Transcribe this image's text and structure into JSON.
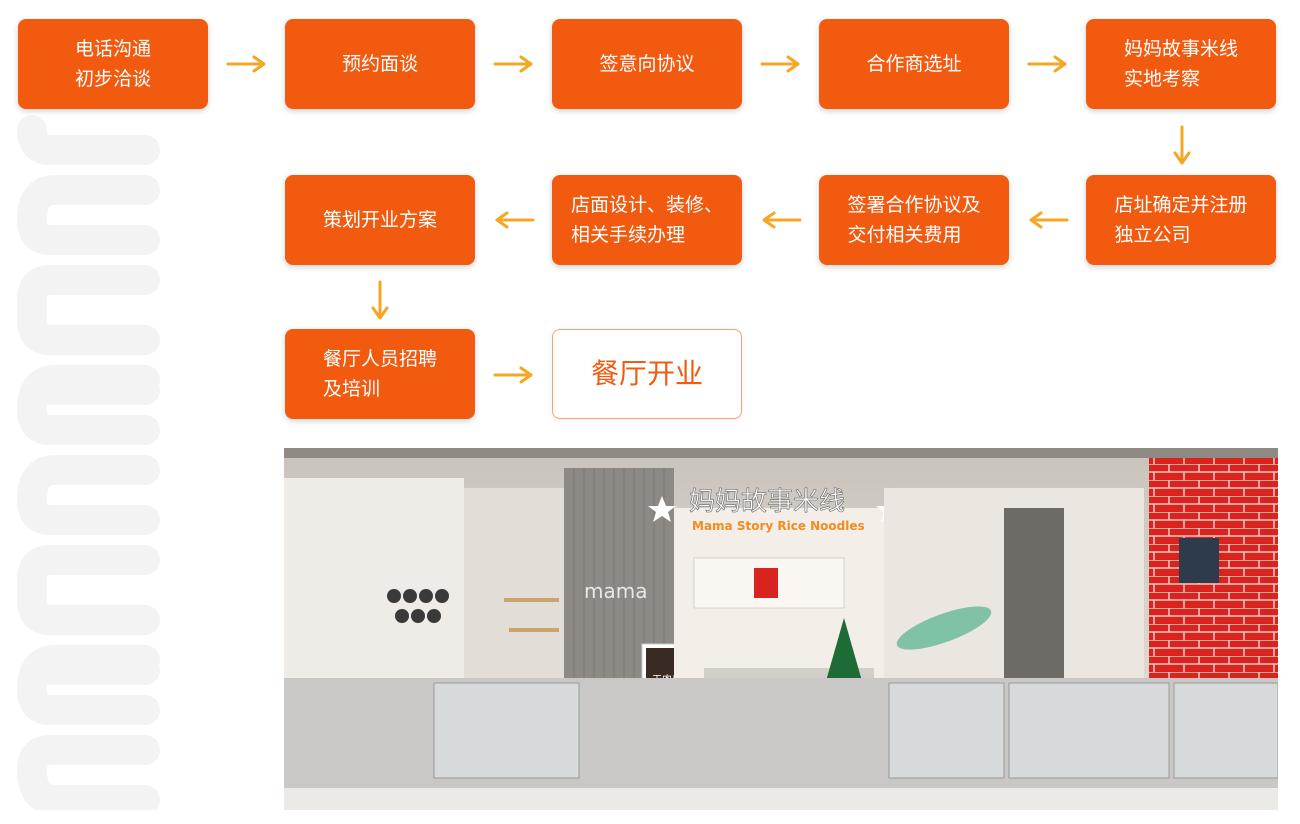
{
  "watermark": {
    "text": "mama"
  },
  "steps": [
    {
      "id": "s1",
      "label": "电话沟通\n初步洽谈"
    },
    {
      "id": "s2",
      "label": "预约面谈"
    },
    {
      "id": "s3",
      "label": "签意向协议"
    },
    {
      "id": "s4",
      "label": "合作商选址"
    },
    {
      "id": "s5",
      "label": "妈妈故事米线\n实地考察"
    },
    {
      "id": "s6",
      "label": "店址确定并注册\n独立公司"
    },
    {
      "id": "s7",
      "label": "签署合作协议及\n交付相关费用"
    },
    {
      "id": "s8",
      "label": "店面设计、装修、\n相关手续办理"
    },
    {
      "id": "s9",
      "label": "策划开业方案"
    },
    {
      "id": "s10",
      "label": "餐厅人员招聘\n及培训"
    },
    {
      "id": "s11",
      "label": "餐厅开业"
    }
  ],
  "colors": {
    "box": "#f15a0f",
    "arrow": "#f5a623",
    "final_text": "#f15a0f"
  },
  "storefront": {
    "sign_cn": "妈妈故事米线",
    "sign_en": "Mama Story Rice Noodles",
    "logo": "mama",
    "poster": "干肉出"
  }
}
